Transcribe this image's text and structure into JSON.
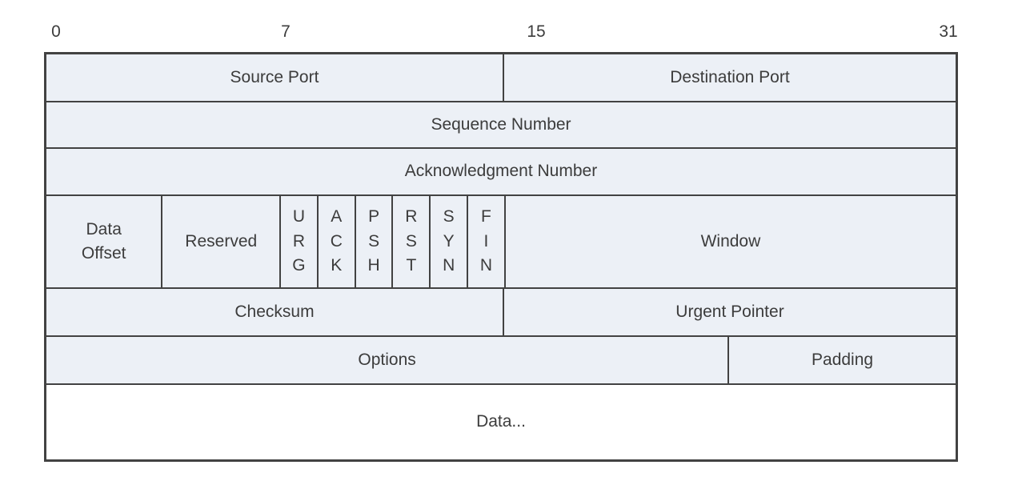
{
  "diagram": {
    "title_semantic": "TCP header format diagram",
    "colors": {
      "cell_fill": "#ecf0f6",
      "data_cell_fill": "#ffffff",
      "border": "#424242",
      "text": "#3c3c3c",
      "background": "#ffffff"
    }
  },
  "ruler": {
    "labels": [
      "0",
      "7",
      "15",
      "31"
    ]
  },
  "fields": {
    "source_port": "Source Port",
    "destination_port": "Destination Port",
    "sequence_number": "Sequence Number",
    "acknowledgment_number": "Acknowledgment Number",
    "data_offset": "Data\nOffset",
    "reserved": "Reserved",
    "flags": [
      "U\nR\nG",
      "A\nC\nK",
      "P\nS\nH",
      "R\nS\nT",
      "S\nY\nN",
      "F\nI\nN"
    ],
    "window": "Window",
    "checksum": "Checksum",
    "urgent_pointer": "Urgent Pointer",
    "options": "Options",
    "padding": "Padding",
    "data": "Data..."
  }
}
